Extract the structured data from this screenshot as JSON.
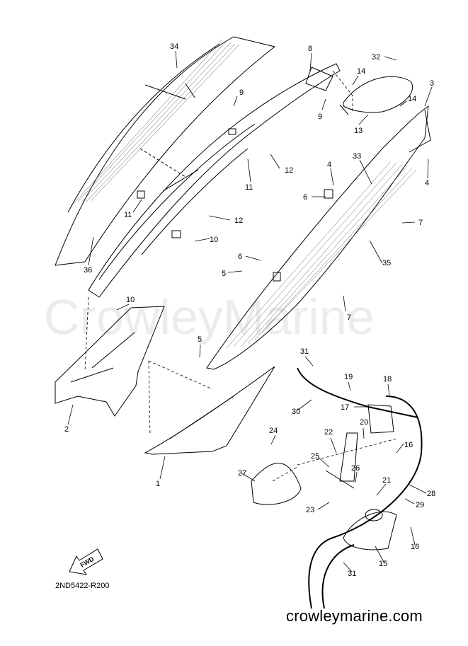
{
  "watermark": "CrowleyMarine",
  "diagram_code": "2ND5422-R200",
  "brand_url": "crowleymarine.com",
  "fwd_label": "FWD",
  "callouts": [
    {
      "id": "c34",
      "text": "34"
    },
    {
      "id": "c8",
      "text": "8"
    },
    {
      "id": "c32",
      "text": "32"
    },
    {
      "id": "c3",
      "text": "3"
    },
    {
      "id": "c14a",
      "text": "14"
    },
    {
      "id": "c14b",
      "text": "14"
    },
    {
      "id": "c9a",
      "text": "9"
    },
    {
      "id": "c9b",
      "text": "9"
    },
    {
      "id": "c13",
      "text": "13"
    },
    {
      "id": "c12a",
      "text": "12"
    },
    {
      "id": "c11a",
      "text": "11"
    },
    {
      "id": "c4a",
      "text": "4"
    },
    {
      "id": "c4b",
      "text": "4"
    },
    {
      "id": "c33",
      "text": "33"
    },
    {
      "id": "c6a",
      "text": "6"
    },
    {
      "id": "c11b",
      "text": "11"
    },
    {
      "id": "c12b",
      "text": "12"
    },
    {
      "id": "c7a",
      "text": "7"
    },
    {
      "id": "c10a",
      "text": "10"
    },
    {
      "id": "c36",
      "text": "36"
    },
    {
      "id": "c6b",
      "text": "6"
    },
    {
      "id": "c5a",
      "text": "5"
    },
    {
      "id": "c35",
      "text": "35"
    },
    {
      "id": "c10b",
      "text": "10"
    },
    {
      "id": "c7b",
      "text": "7"
    },
    {
      "id": "c5b",
      "text": "5"
    },
    {
      "id": "c31a",
      "text": "31"
    },
    {
      "id": "c19",
      "text": "19"
    },
    {
      "id": "c18",
      "text": "18"
    },
    {
      "id": "c30",
      "text": "30"
    },
    {
      "id": "c17",
      "text": "17"
    },
    {
      "id": "c2",
      "text": "2"
    },
    {
      "id": "c24",
      "text": "24"
    },
    {
      "id": "c22",
      "text": "22"
    },
    {
      "id": "c20",
      "text": "20"
    },
    {
      "id": "c16a",
      "text": "16"
    },
    {
      "id": "c25",
      "text": "25"
    },
    {
      "id": "c26",
      "text": "26"
    },
    {
      "id": "c27",
      "text": "27"
    },
    {
      "id": "c21",
      "text": "21"
    },
    {
      "id": "c28",
      "text": "28"
    },
    {
      "id": "c1",
      "text": "1"
    },
    {
      "id": "c29",
      "text": "29"
    },
    {
      "id": "c23",
      "text": "23"
    },
    {
      "id": "c16b",
      "text": "16"
    },
    {
      "id": "c15",
      "text": "15"
    },
    {
      "id": "c31b",
      "text": "31"
    }
  ]
}
